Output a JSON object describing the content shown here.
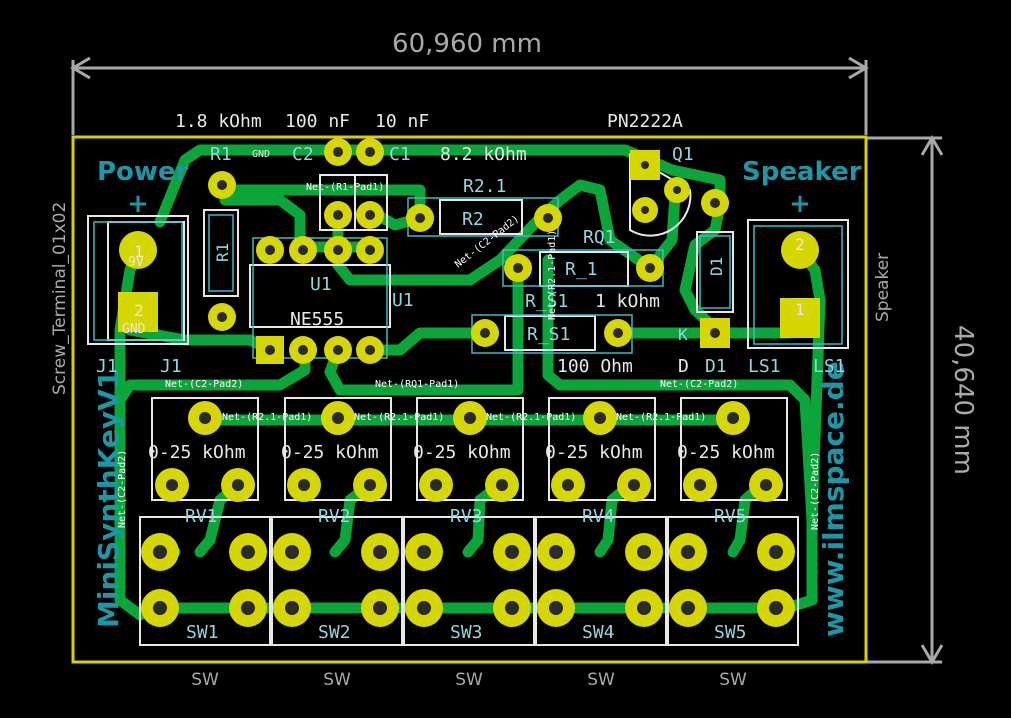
{
  "colors": {
    "background": "#000000",
    "board_outline": "#d8d000",
    "trace": "#0aa63a",
    "pad": "#d6d600",
    "pad_hole": "#2a2a2a",
    "silk": "#e8e8e8",
    "teal": "#1b98a8",
    "dimension": "#a9a9a9"
  },
  "dimensions": {
    "width": "60,960 mm",
    "height": "40,640 mm"
  },
  "titles": {
    "power": "Power",
    "speaker": "Speaker",
    "plus_left": "+",
    "plus_right": "+",
    "board_name": "MiniSynthKeyV1",
    "website": "www.ilmspace.de"
  },
  "values": {
    "r1": "1.8 kOhm",
    "c2": "100 nF",
    "c1": "10 nF",
    "q1": "PN2222A",
    "r2": "8.2 kOhm",
    "rq1": "1 kOhm",
    "rs1": "100 Ohm",
    "rv": "0-25 kOhm",
    "u1": "NE555",
    "j1_side": "Screw_Terminal_01x02",
    "ls1_side": "Speaker",
    "sw": "SW",
    "d1_value": "D"
  },
  "refs": {
    "r1": "R1",
    "c2": "C2",
    "c1": "C1",
    "q1": "Q1",
    "r2_1": "R2.1",
    "r2": "R2",
    "rq1": "RQ1",
    "r_1": "R_1",
    "r_s1": "R_S1",
    "r_s1_fab": "R_S1",
    "u1": "U1",
    "u1_silk": "U1",
    "j1": "J1",
    "j1_fab": "J1",
    "ls1": "LS1",
    "ls1_fab": "LS1",
    "d1": "D1",
    "d1_fab": "D1",
    "k": "K",
    "gnd_top": "GND",
    "pin_9v": "9V",
    "pin_gnd": "GND",
    "pin1": "1",
    "pin2": "2",
    "spk_pin1": "1",
    "spk_pin2": "2",
    "r1_fab": "R1",
    "rv": [
      "RV1",
      "RV2",
      "RV3",
      "RV4",
      "RV5"
    ],
    "sw": [
      "SW1",
      "SW2",
      "SW3",
      "SW4",
      "SW5"
    ]
  },
  "nets": {
    "r1_pad1": "Net-(R1-Pad1)",
    "c2_pad2_r2": "Net-(C2-Pad2)",
    "r2_1_pad1": "Net-(R2.1-Pad1)",
    "c2_pad2": "Net-(C2-Pad2)",
    "rq1_pad1": "Net-(RQ1-Pad1)",
    "c2_pad2_right": "Net-(C2-Pad2)",
    "r2_1_pad1_row": "Net-(R2.1-Pad1)",
    "c2_pad2_edge_left": "Net-(C2-Pad2)",
    "c2_pad2_edge_right": "Net-(C2-Pad2)"
  }
}
